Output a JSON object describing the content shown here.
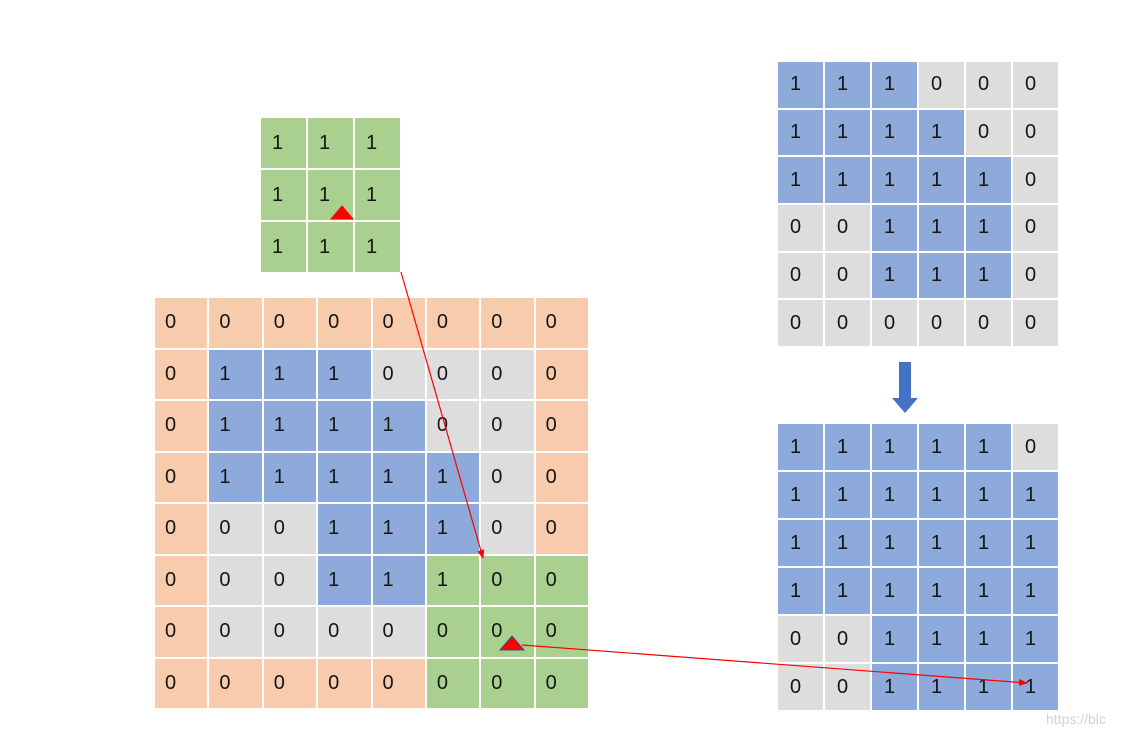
{
  "palette": {
    "fg": "#8eaadb",
    "bg": "#dddddd",
    "pad": "#f8cbad",
    "win": "#a9d08e",
    "marker": "#ff0000",
    "marker_outline_dark": "#2f5597",
    "pointer_arrow": "#ff0000",
    "flow_arrow": "#4472c4"
  },
  "kernel": {
    "values": [
      [
        "1",
        "1",
        "1"
      ],
      [
        "1",
        "1",
        "1"
      ],
      [
        "1",
        "1",
        "1"
      ]
    ],
    "fill": "win"
  },
  "padded_input": {
    "values": [
      [
        "0",
        "0",
        "0",
        "0",
        "0",
        "0",
        "0",
        "0"
      ],
      [
        "0",
        "1",
        "1",
        "1",
        "0",
        "0",
        "0",
        "0"
      ],
      [
        "0",
        "1",
        "1",
        "1",
        "1",
        "0",
        "0",
        "0"
      ],
      [
        "0",
        "1",
        "1",
        "1",
        "1",
        "1",
        "0",
        "0"
      ],
      [
        "0",
        "0",
        "0",
        "1",
        "1",
        "1",
        "0",
        "0"
      ],
      [
        "0",
        "0",
        "0",
        "1",
        "1",
        "1",
        "0",
        "0"
      ],
      [
        "0",
        "0",
        "0",
        "0",
        "0",
        "0",
        "0",
        "0"
      ],
      [
        "0",
        "0",
        "0",
        "0",
        "0",
        "0",
        "0",
        "0"
      ]
    ],
    "fills": [
      [
        "pad",
        "pad",
        "pad",
        "pad",
        "pad",
        "pad",
        "pad",
        "pad"
      ],
      [
        "pad",
        "fg",
        "fg",
        "fg",
        "bg",
        "bg",
        "bg",
        "pad"
      ],
      [
        "pad",
        "fg",
        "fg",
        "fg",
        "fg",
        "bg",
        "bg",
        "pad"
      ],
      [
        "pad",
        "fg",
        "fg",
        "fg",
        "fg",
        "fg",
        "bg",
        "pad"
      ],
      [
        "pad",
        "bg",
        "bg",
        "fg",
        "fg",
        "fg",
        "bg",
        "pad"
      ],
      [
        "pad",
        "bg",
        "bg",
        "fg",
        "fg",
        "win",
        "win",
        "win"
      ],
      [
        "pad",
        "bg",
        "bg",
        "bg",
        "bg",
        "win",
        "win",
        "win"
      ],
      [
        "pad",
        "pad",
        "pad",
        "pad",
        "pad",
        "win",
        "win",
        "win"
      ]
    ]
  },
  "source_image": {
    "values": [
      [
        "1",
        "1",
        "1",
        "0",
        "0",
        "0"
      ],
      [
        "1",
        "1",
        "1",
        "1",
        "0",
        "0"
      ],
      [
        "1",
        "1",
        "1",
        "1",
        "1",
        "0"
      ],
      [
        "0",
        "0",
        "1",
        "1",
        "1",
        "0"
      ],
      [
        "0",
        "0",
        "1",
        "1",
        "1",
        "0"
      ],
      [
        "0",
        "0",
        "0",
        "0",
        "0",
        "0"
      ]
    ],
    "fills": [
      [
        "fg",
        "fg",
        "fg",
        "bg",
        "bg",
        "bg"
      ],
      [
        "fg",
        "fg",
        "fg",
        "fg",
        "bg",
        "bg"
      ],
      [
        "fg",
        "fg",
        "fg",
        "fg",
        "fg",
        "bg"
      ],
      [
        "bg",
        "bg",
        "fg",
        "fg",
        "fg",
        "bg"
      ],
      [
        "bg",
        "bg",
        "fg",
        "fg",
        "fg",
        "bg"
      ],
      [
        "bg",
        "bg",
        "bg",
        "bg",
        "bg",
        "bg"
      ]
    ]
  },
  "dilated_result": {
    "values": [
      [
        "1",
        "1",
        "1",
        "1",
        "1",
        "0"
      ],
      [
        "1",
        "1",
        "1",
        "1",
        "1",
        "1"
      ],
      [
        "1",
        "1",
        "1",
        "1",
        "1",
        "1"
      ],
      [
        "1",
        "1",
        "1",
        "1",
        "1",
        "1"
      ],
      [
        "0",
        "0",
        "1",
        "1",
        "1",
        "1"
      ],
      [
        "0",
        "0",
        "1",
        "1",
        "1",
        "1"
      ]
    ],
    "fills": [
      [
        "fg",
        "fg",
        "fg",
        "fg",
        "fg",
        "bg"
      ],
      [
        "fg",
        "fg",
        "fg",
        "fg",
        "fg",
        "fg"
      ],
      [
        "fg",
        "fg",
        "fg",
        "fg",
        "fg",
        "fg"
      ],
      [
        "fg",
        "fg",
        "fg",
        "fg",
        "fg",
        "fg"
      ],
      [
        "bg",
        "bg",
        "fg",
        "fg",
        "fg",
        "fg"
      ],
      [
        "bg",
        "bg",
        "fg",
        "fg",
        "fg",
        "fg"
      ]
    ]
  },
  "watermark": "https://blc"
}
